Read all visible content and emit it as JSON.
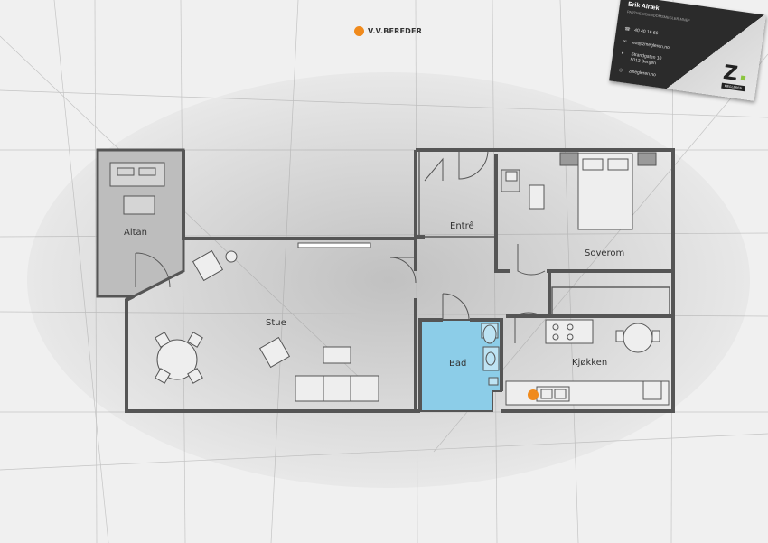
{
  "legend": {
    "label": "V.V.BEREDER",
    "marker_color": "#f08a1c"
  },
  "rooms": {
    "altan": "Altan",
    "entre": "Entrê",
    "soverom": "Soverom",
    "stue": "Stue",
    "bad": "Bad",
    "kjokken": "Kjøkken"
  },
  "colors": {
    "wall": "#555555",
    "bathroom": "#8ccde8",
    "balcony": "#bdbdbd",
    "background": "#f0f0f0"
  },
  "business_card": {
    "name": "Erik Alræk",
    "title": "PARTNER/EIENDOMSMEGLER MNEF",
    "phone": "40 40 16 66",
    "email": "ea@zmegleren.no",
    "address_line1": "Strandgaten 10",
    "address_line2": "5013 Bergen",
    "website": "zmegleren.no",
    "logo_letter": "Z",
    "logo_text": "MEGLEREN",
    "icons": [
      "phone-icon",
      "email-icon",
      "location-icon",
      "globe-icon"
    ]
  }
}
